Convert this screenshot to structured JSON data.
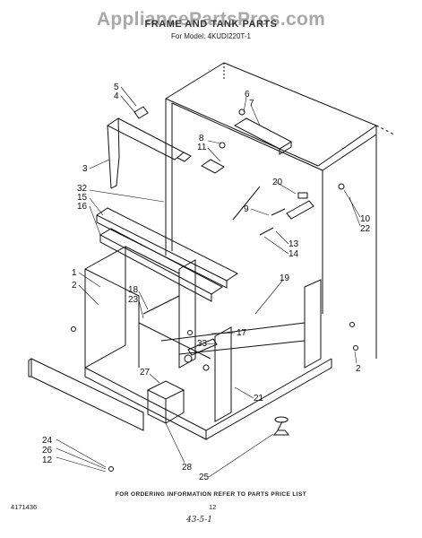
{
  "watermark": "AppliancePartsPros.com",
  "title": "FRAME AND TANK PARTS",
  "model": "For Model: 4KUDI220T-1",
  "footer_note": "FOR ORDERING INFORMATION REFER TO PARTS PRICE LIST",
  "doc_code": "4171436",
  "page_number": "12",
  "handwritten_mark": "43-5-1",
  "callouts": [
    "5",
    "4",
    "3",
    "32",
    "15",
    "16",
    "1",
    "2",
    "18",
    "23",
    "8",
    "11",
    "6",
    "7",
    "20",
    "9",
    "13",
    "14",
    "10",
    "22",
    "19",
    "17",
    "33",
    "27",
    "21",
    "2",
    "24",
    "26",
    "12",
    "28",
    "25"
  ]
}
